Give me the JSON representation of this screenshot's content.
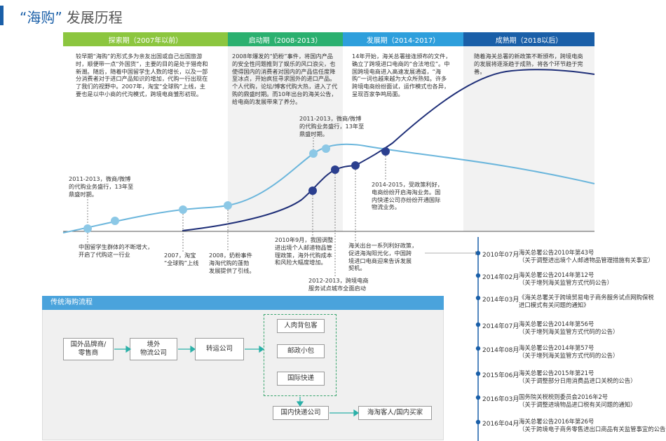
{
  "header": {
    "title": "“海购”",
    "subtitle": "发展历程"
  },
  "phases": [
    {
      "label": "探索期（2007年以前）",
      "color": "#8cc63f",
      "desc": "较早期“海购”的形式多为亲友出国或自己出国旅游时，顺便带一点“外国货”，主要的目的是处于猎奇和新潮。随后，随着中国留学生人数的增长，以及一部分消费者对于进口产品知识的增加，代购一行出现在了我们的视野中。2007年，淘宝“全球购”上线，主要也是以中小商的代沟模式，跨境电商雏形初现。"
    },
    {
      "label": "启动期（2008-2013）",
      "color": "#2bb06f",
      "desc": "2008年爆发的“奶粉”事件，将国内产品的安全性问题推到了娱乐的风口浪尖，也使得国内的消费者对国内的产品信任度降至冰点，开始疯狂寻求国外的进口产品。个人代购，论坛/博客代购大热，进入了代购的鼎盛时期。而10年出台的海关公告，给电商的发展带来了养分。"
    },
    {
      "label": "发展期（2014-2017）",
      "color": "#2e9fdc",
      "desc": "14年开始，海关总署接连颁布的文件，确立了跨境进口电商的“合法地位”。中国跨境电商进入高速发展通道，“海购”一词也越来越为大众所熟知。许多跨境电商纷纷面试，运作模式也各异，呈现百家争鸣局面。"
    },
    {
      "label": "成熟期（2018以后）",
      "color": "#1a5fa8",
      "desc": "随着海关总署的新政策不断颁布，跨境电商的发展将逐渐趋于成熟，将各个环节趋于完善。"
    }
  ],
  "notes": {
    "n_2011_left": "2011-2013，微商/微博\n的代购业务盛行，13年至\n鼎盛时期。",
    "n_students": "中国留学生群体的不断增大，\n开启了代购这一行业",
    "n_2007": "2007，淘宝\n“全球购”上线",
    "n_2008": "2008，奶粉事件\n海淘代购的蓬勃\n发展提供了引线。",
    "n_2011_mid": "2011-2013，微商/微博\n的代购业务盛行，13年至\n鼎盛时期。",
    "n_2010": "2010年9月，我国调整\n进出境个人邮递物品管\n理政策，海外代购成本\n和风险大幅度增加。",
    "n_2012": "2012-2013，跨境电商\n服务试点城市全面启动",
    "n_customs": "海关出台一系列利好政策，\n促进海淘阳光化，中国跨\n境进口电商迎来告诉发展\n契机。",
    "n_2014": "2014-2015，受政策利好，\n电商纷纷开启海淘业务。国\n内快递公司亦纷纷开通国际\n物流业务。"
  },
  "flow": {
    "title": "传统海购流程",
    "brand": "国外品牌商/\n零售商",
    "logistics": "境外\n物流公司",
    "transfer": "转运公司",
    "channels": [
      "人肉背包客",
      "邮政小包",
      "国际快递"
    ],
    "domestic": "国内快递公司",
    "buyer": "海淘客人/国内买家"
  },
  "timeline": [
    {
      "date": "2010年07月",
      "title": "海关总署公告2010年第43号",
      "detail": "（关于调整进出境个人邮递物品管理措施有关事宜）"
    },
    {
      "date": "2014年02月",
      "title": "海关总署公告2014年第12号",
      "detail": "（关于增列海关监管方式代码公告）"
    },
    {
      "date": "2014年03月",
      "title": "《海关总署关于跨境贸易电子商务服务试点网购保税",
      "detail": "进口模式有关问题的通知》"
    },
    {
      "date": "2014年07月",
      "title": "海关总署公告2014年第56号",
      "detail": "（关于增列海关监管方式代码的公告）"
    },
    {
      "date": "2014年08月",
      "title": "海关总署公告2014年第57号",
      "detail": "（关于增列海关监管方式代码的公告）"
    },
    {
      "date": "2015年06月",
      "title": "海关总署公告2015年第21号",
      "detail": "（关于调整部分日用消费品进口关税的公告）"
    },
    {
      "date": "2016年03月",
      "title": "国务院关税税则委员会2016年2号",
      "detail": "（关于调整进境物品进口税有关问题的通知）"
    },
    {
      "date": "2016年04月",
      "title": "海关总署公告2016年第26号",
      "detail": "（关于跨境电子商务零售进出口商品有关监管事宜的公告）"
    }
  ],
  "colors": {
    "light_curve": "#6bb6dc",
    "dark_curve": "#1f2f78",
    "accent": "#1a5fa8",
    "flow_arrow": "#2bb0a8"
  }
}
